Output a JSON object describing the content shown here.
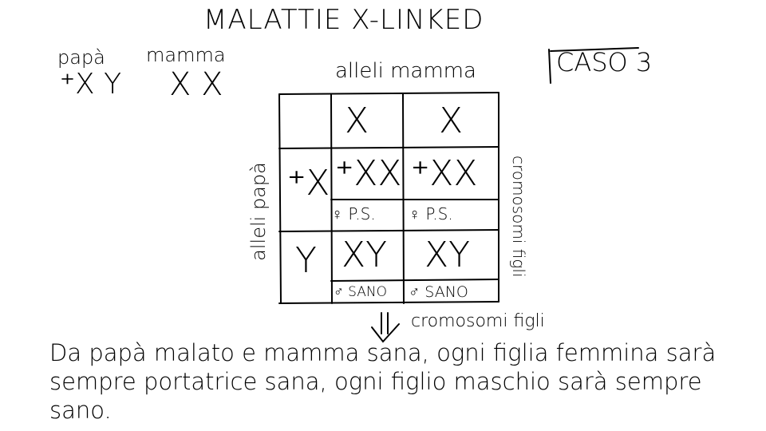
{
  "title": "MALATTIE X-LINKED",
  "parents": {
    "father_label": "papà",
    "father_genotype": "⁺X Y",
    "mother_label": "mamma",
    "mother_genotype": "X X"
  },
  "case_label": "CASO 3",
  "punnett": {
    "column_header": "alleli mamma",
    "row_header": "alleli papà",
    "right_label": "cromosomi figli",
    "bottom_label": "cromosomi figli",
    "mother_alleles": [
      "X",
      "X"
    ],
    "father_alleles": [
      "⁺X",
      "Y"
    ],
    "cells": [
      [
        {
          "genotype": "⁺XX",
          "note": "♀ P.S."
        },
        {
          "genotype": "⁺XX",
          "note": "♀ P.S."
        }
      ],
      [
        {
          "genotype": "XY",
          "note": "♂ SANO"
        },
        {
          "genotype": "XY",
          "note": "♂ SANO"
        }
      ]
    ]
  },
  "conclusion": "Da papà malato e mamma sana, ogni figlia femmina sarà sempre portatrice sana, ogni figlio maschio sarà sempre sano."
}
